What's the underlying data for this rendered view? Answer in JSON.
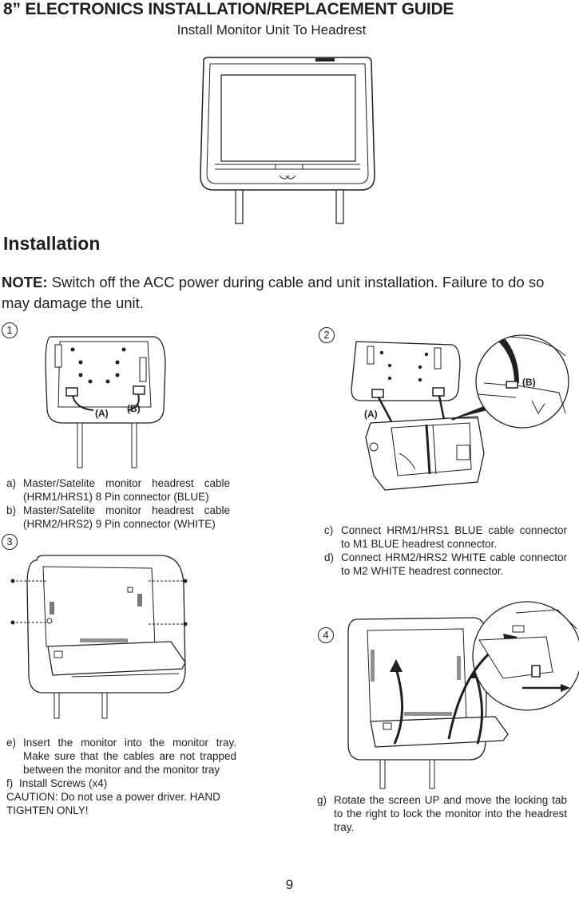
{
  "header": {
    "title": "8” ELECTRONICS INSTALLATION/REPLACEMENT GUIDE",
    "subtitle": "Install Monitor Unit To Headrest"
  },
  "section": {
    "heading": "Installation",
    "note_label": "NOTE:",
    "note_text": " Switch off the ACC power during cable and unit installation. Failure to do so may damage the unit."
  },
  "steps": [
    {
      "number": "1",
      "labels": [
        "(A)",
        "(B)"
      ],
      "items": [
        {
          "label": "a)",
          "text": "Master/Satelite monitor headrest cable (HRM1/HRS1) 8 Pin connector (BLUE)"
        },
        {
          "label": "b)",
          "text": "Master/Satelite monitor headrest cable (HRM2/HRS2) 9 Pin connector (WHITE)"
        }
      ]
    },
    {
      "number": "2",
      "labels": [
        "(A)",
        "(B)"
      ],
      "items": [
        {
          "label": "c)",
          "text": "Connect HRM1/HRS1 BLUE cable connector to M1 BLUE headrest connector."
        },
        {
          "label": "d)",
          "text": "Connect HRM2/HRS2 WHITE cable connector to M2 WHITE headrest connector."
        }
      ]
    },
    {
      "number": "3",
      "items": [
        {
          "label": "e)",
          "text": "Insert the monitor into the monitor tray. Make sure that the cables are not trapped between the monitor and the monitor tray"
        },
        {
          "label": "f)",
          "text": "Install Screws (x4)"
        }
      ],
      "caution": "CAUTION: Do not use a power driver. HAND TIGHTEN ONLY!"
    },
    {
      "number": "4",
      "items": [
        {
          "label": "g)",
          "text": "Rotate the screen UP and move the locking tab to the right to lock the monitor into the headrest tray."
        }
      ]
    }
  ],
  "footer": {
    "page_number": "9"
  }
}
